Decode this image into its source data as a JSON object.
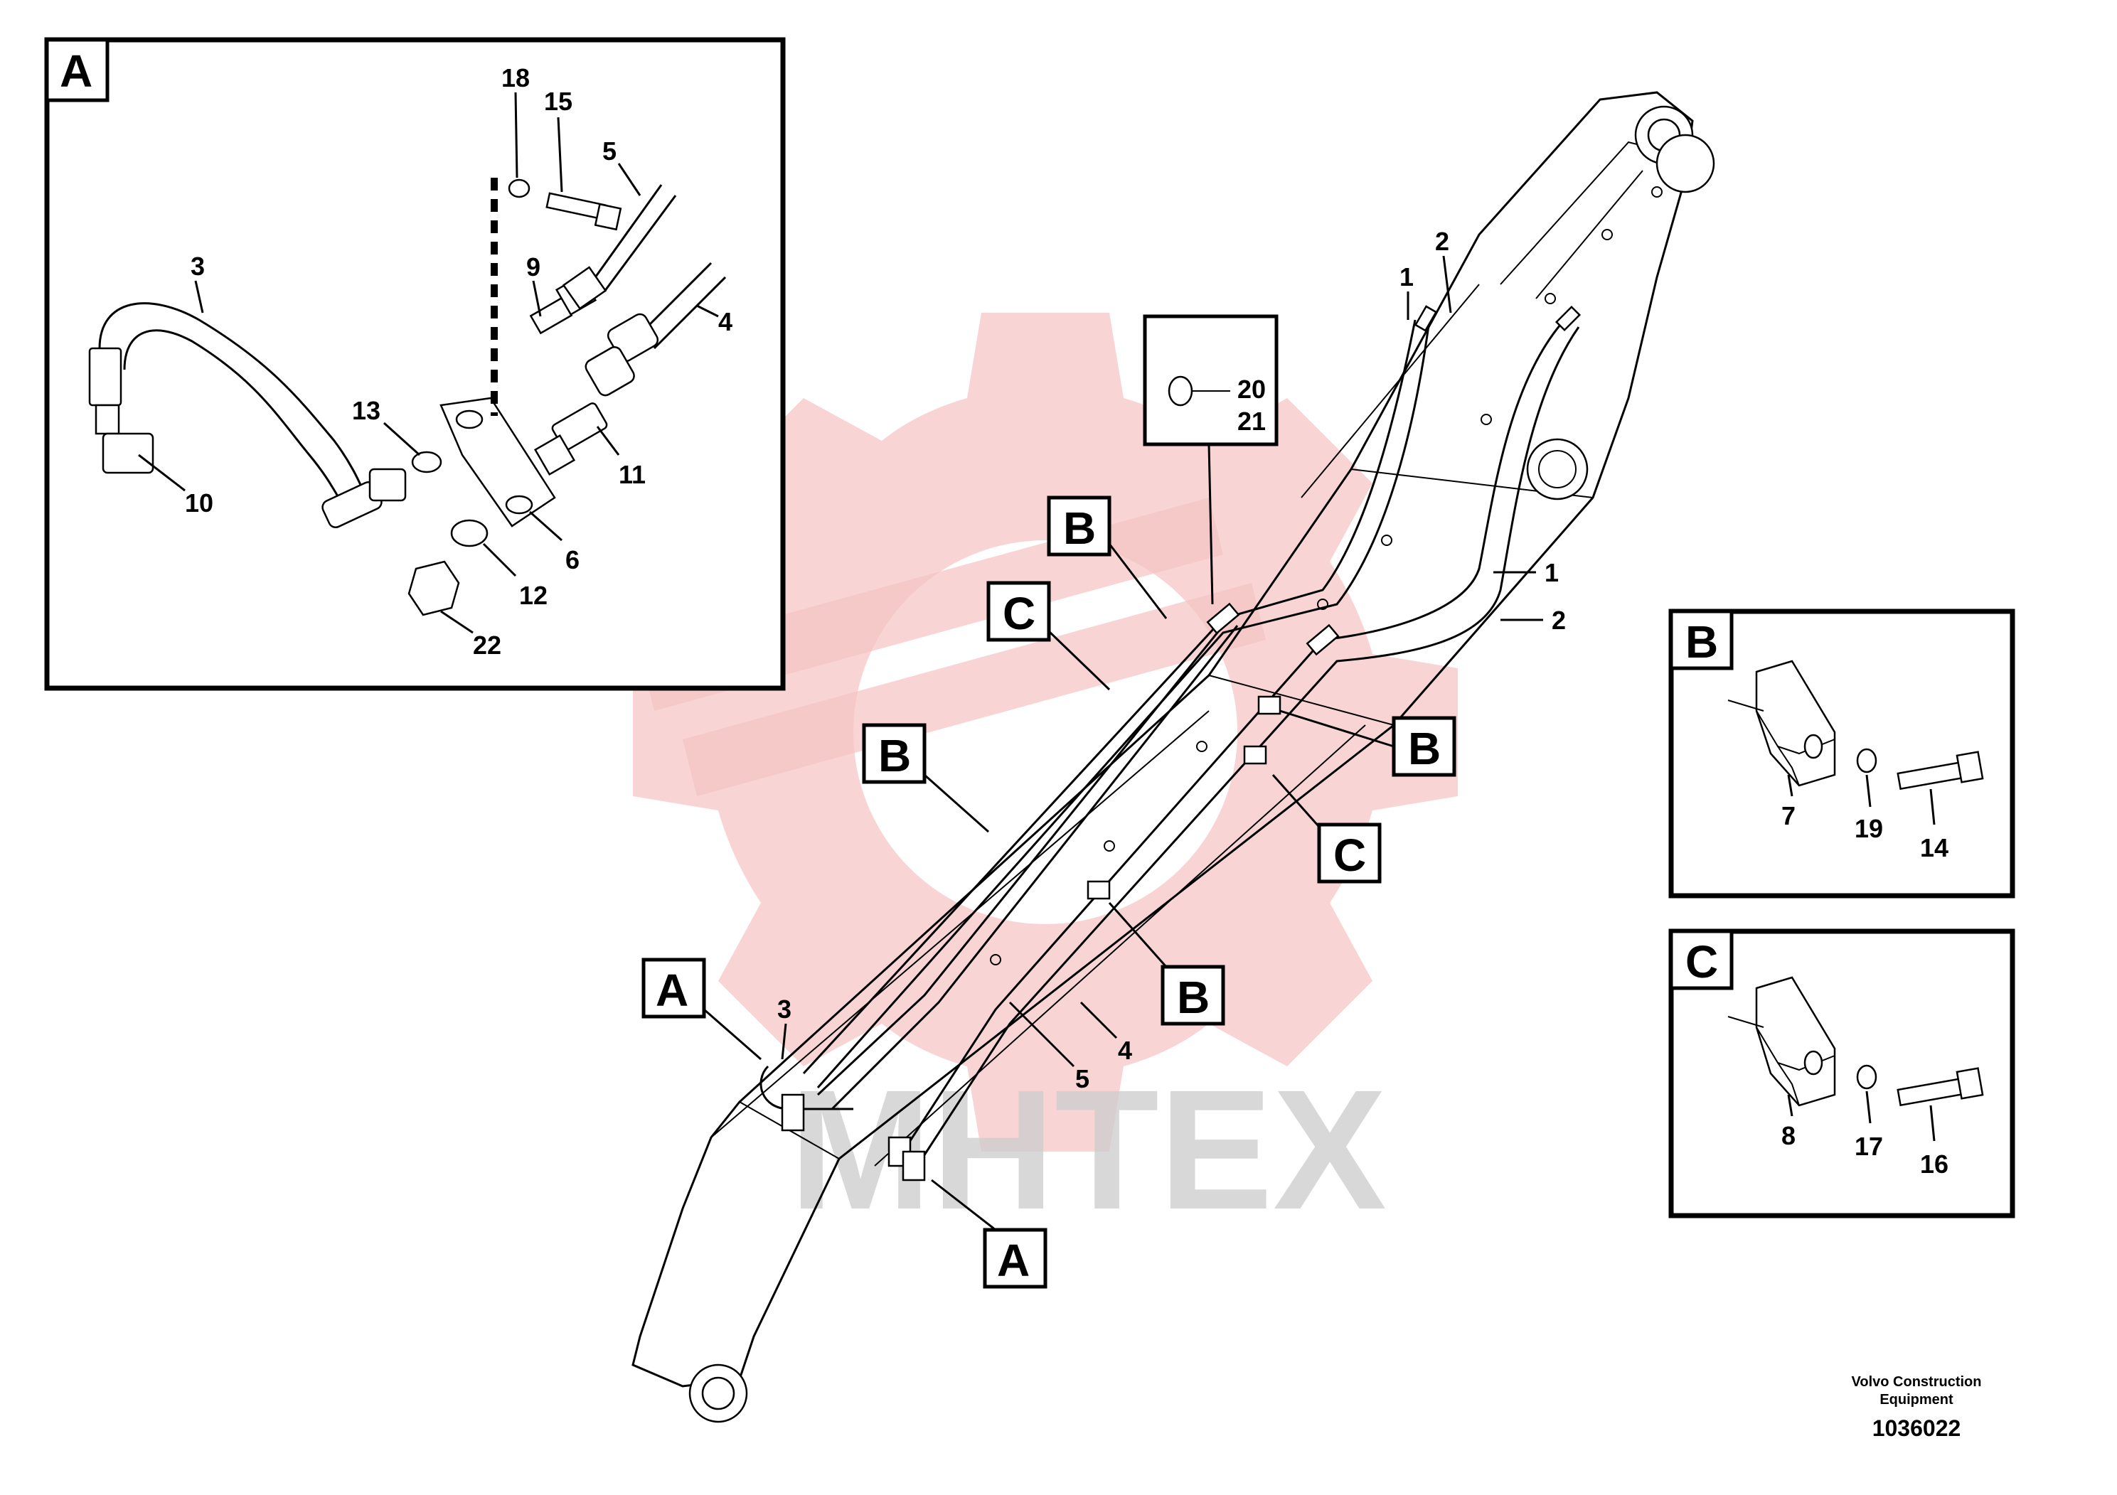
{
  "watermark": {
    "text": "MHTEX",
    "color": "#f6c6c6"
  },
  "detail_a": {
    "letter": "A",
    "labels": {
      "p3": "3",
      "p4": "4",
      "p5": "5",
      "p6": "6",
      "p9": "9",
      "p10": "10",
      "p11": "11",
      "p12": "12",
      "p13": "13",
      "p15": "15",
      "p18": "18",
      "p22": "22"
    }
  },
  "detail_b": {
    "letter": "B",
    "labels": {
      "p7": "7",
      "p19": "19",
      "p14": "14"
    }
  },
  "detail_c": {
    "letter": "C",
    "labels": {
      "p8": "8",
      "p17": "17",
      "p16": "16"
    }
  },
  "seal_box": {
    "labels": {
      "p20": "20",
      "p21": "21"
    }
  },
  "main_view": {
    "tags": {
      "a1": "A",
      "a2": "A",
      "b1": "B",
      "b2": "B",
      "b3": "B",
      "b4": "B",
      "c1": "C",
      "c2": "C"
    },
    "labels": {
      "p1a": "1",
      "p2a": "2",
      "p1b": "1",
      "p2b": "2",
      "p3": "3",
      "p4": "4",
      "p5": "5"
    }
  },
  "footer": {
    "company_line1": "Volvo Construction",
    "company_line2": "Equipment",
    "drawing_number": "1036022"
  }
}
